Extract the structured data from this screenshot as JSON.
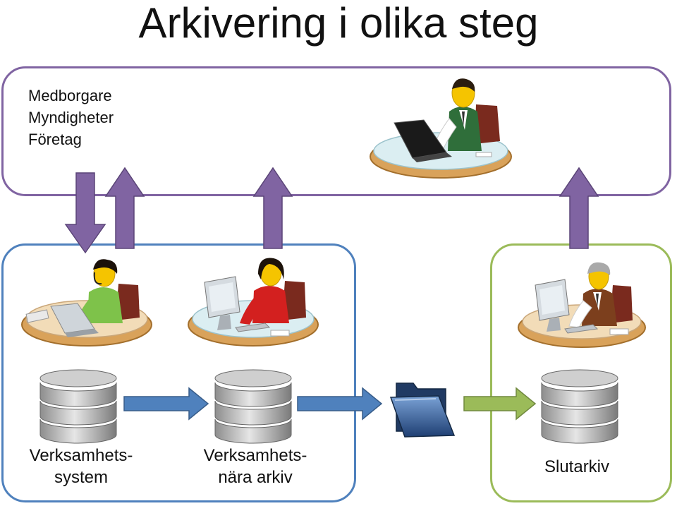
{
  "title": "Arkivering i olika steg",
  "actors": [
    "Medborgare",
    "Myndigheter",
    "Företag"
  ],
  "labels": {
    "system_line1": "Verksamhets-",
    "system_line2": "system",
    "near_line1": "Verksamhets-",
    "near_line2": "nära arkiv",
    "final": "Slutarkiv"
  },
  "colors": {
    "purple": "#8064a2",
    "blue": "#4f81bd",
    "green": "#9bbb59"
  }
}
